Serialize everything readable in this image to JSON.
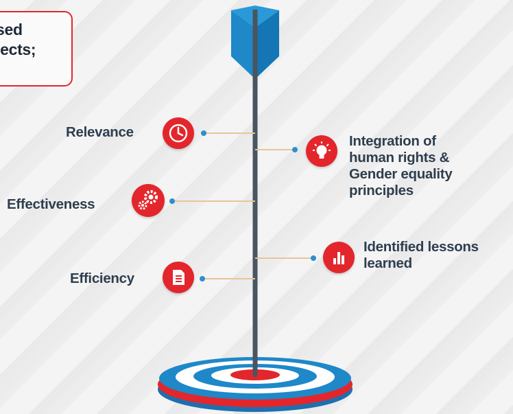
{
  "callout": {
    "text": "sed\njects;"
  },
  "items": {
    "relevance": {
      "label": "Relevance",
      "icon": "clock-icon"
    },
    "effectiveness": {
      "label": "Effectiveness",
      "icon": "gears-icon"
    },
    "efficiency": {
      "label": "Efficiency",
      "icon": "document-icon"
    },
    "integration": {
      "label": "Integration of\nhuman rights &\nGender equality\nprinciples",
      "icon": "lightbulb-icon"
    },
    "lessons": {
      "label": "Identified lessons\nlearned",
      "icon": "bar-chart-icon"
    }
  },
  "colors": {
    "accent_red": "#e3262b",
    "arrow_blue": "#1e88c9",
    "shaft": "#4a5560",
    "connector": "#e6c59a",
    "dot_blue": "#2b8fd0",
    "text_dark": "#2e3e4e"
  }
}
